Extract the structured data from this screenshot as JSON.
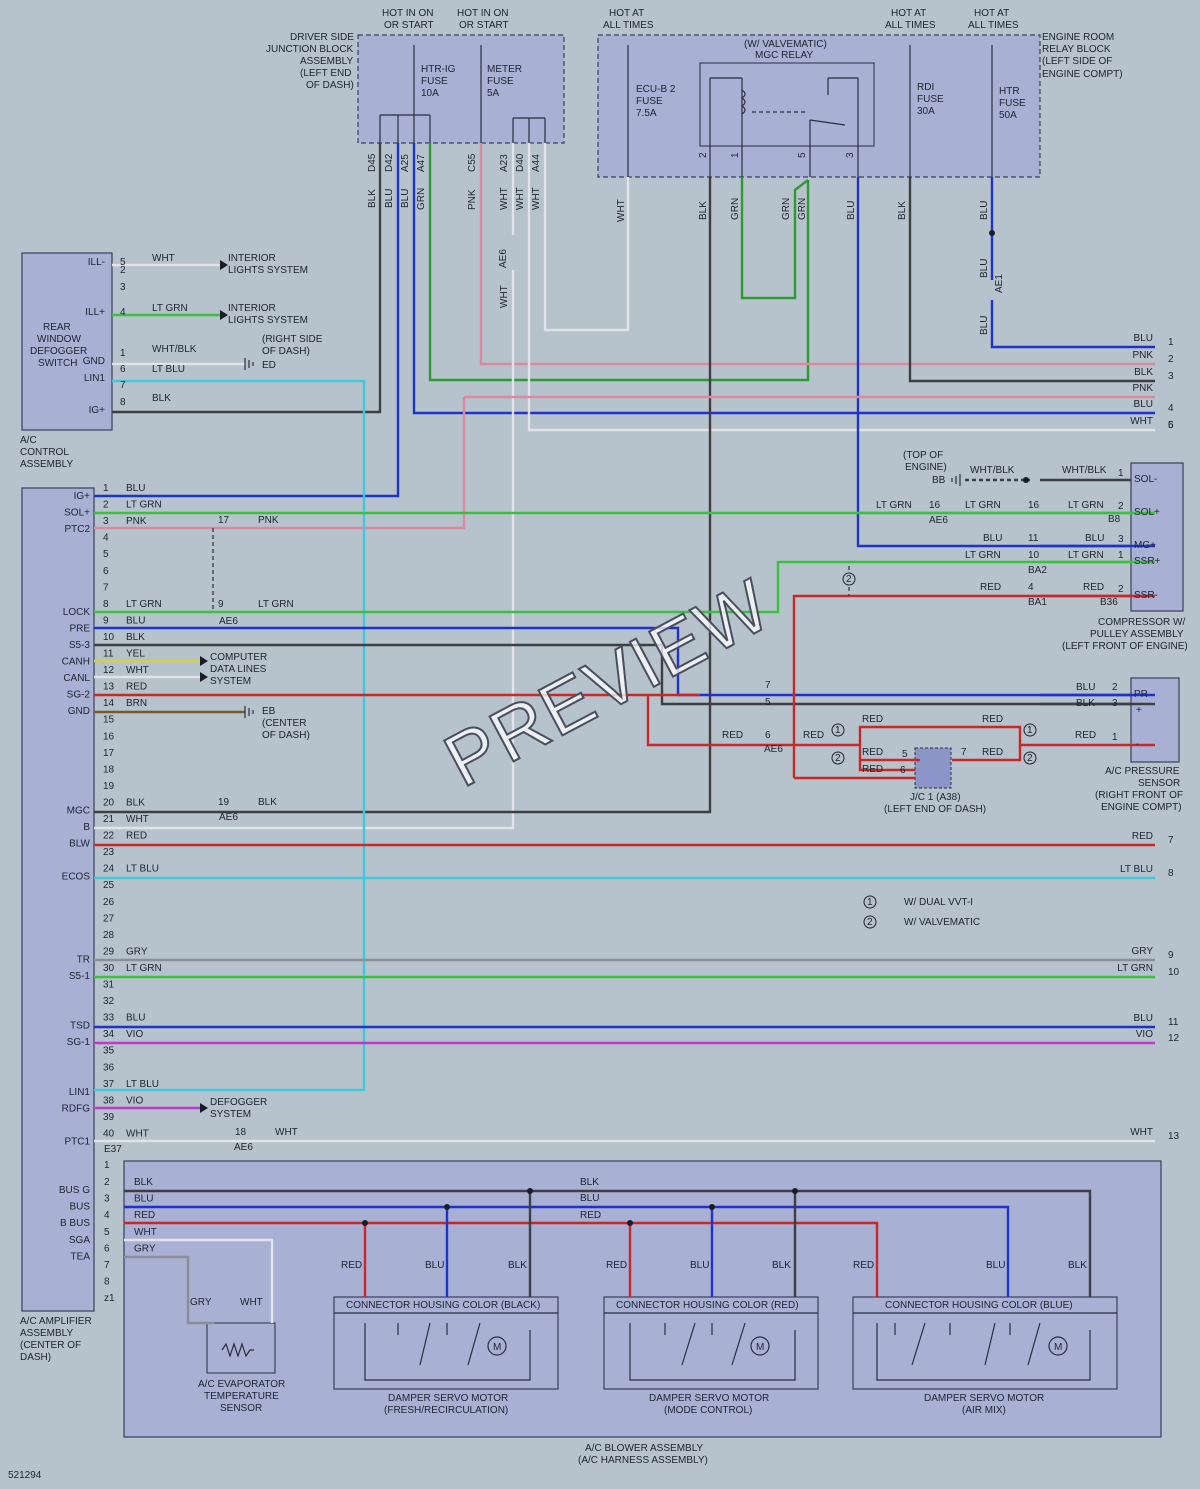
{
  "diagram_id": "521294",
  "watermark": "PREVIEW",
  "components": {
    "ac_control": [
      "A/C",
      "CONTROL",
      "ASSEMBLY"
    ],
    "rear_defogger": [
      "REAR",
      "WINDOW",
      "DEFOGGER",
      "SWITCH"
    ],
    "ac_amplifier": [
      "A/C AMPLIFIER",
      "ASSEMBLY",
      "(CENTER OF",
      "DASH)"
    ],
    "driver_jb": [
      "DRIVER SIDE",
      "JUNCTION BLOCK",
      "ASSEMBLY",
      "(LEFT END",
      "OF DASH)"
    ],
    "engine_relay": [
      "ENGINE ROOM",
      "RELAY BLOCK",
      "(LEFT SIDE OF",
      "ENGINE COMPT)"
    ],
    "compressor": [
      "COMPRESSOR W/",
      "PULLEY ASSEMBLY",
      "(LEFT FRONT OF ENGINE)"
    ],
    "pressure_sensor": [
      "A/C PRESSURE",
      "SENSOR",
      "(RIGHT FRONT OF",
      "ENGINE COMPT)"
    ],
    "jc1": [
      "J/C 1 (A38)",
      "(LEFT END OF DASH)"
    ],
    "evap_sensor": [
      "A/C EVAPORATOR",
      "TEMPERATURE",
      "SENSOR"
    ],
    "blower": [
      "A/C BLOWER ASSEMBLY",
      "(A/C HARNESS ASSEMBLY)"
    ],
    "damper1": [
      "DAMPER SERVO MOTOR",
      "(FRESH/RECIRCULATION)"
    ],
    "damper2": [
      "DAMPER SERVO MOTOR",
      "(MODE CONTROL)"
    ],
    "damper3": [
      "DAMPER SERVO MOTOR",
      "(AIR MIX)"
    ],
    "housing_black": "CONNECTOR HOUSING COLOR (BLACK)",
    "housing_red": "CONNECTOR HOUSING COLOR (RED)",
    "housing_blue": "CONNECTOR HOUSING COLOR (BLUE)",
    "mgc_relay": [
      "(W/ VALVEMATIC)",
      "MGC RELAY"
    ]
  },
  "power": {
    "hot_ig1": [
      "HOT IN ON",
      "OR START"
    ],
    "hot_ig2": [
      "HOT IN ON",
      "OR START"
    ],
    "hot_all1": [
      "HOT AT",
      "ALL TIMES"
    ],
    "hot_all2": [
      "HOT AT",
      "ALL TIMES"
    ],
    "hot_all3": [
      "HOT AT",
      "ALL TIMES"
    ]
  },
  "fuses": {
    "htr_ig": [
      "HTR-IG",
      "FUSE",
      "10A"
    ],
    "meter": [
      "METER",
      "FUSE",
      "5A"
    ],
    "ecub2": [
      "ECU-B 2",
      "FUSE",
      "7.5A"
    ],
    "rdi": [
      "RDI",
      "FUSE",
      "30A"
    ],
    "htr": [
      "HTR",
      "FUSE",
      "50A"
    ]
  },
  "jb_pins": [
    "D45",
    "D42",
    "A25",
    "A47",
    "C55",
    "A23",
    "D40",
    "A44"
  ],
  "jb_wires": [
    "BLK",
    "BLU",
    "BLU",
    "GRN",
    "PNK",
    "WHT",
    "WHT",
    "WHT"
  ],
  "relay_wires": [
    "WHT",
    "BLK",
    "GRN",
    "GRN",
    "GRN",
    "BLU",
    "BLK",
    "BLU"
  ],
  "relay_pins": [
    "2",
    "1",
    "5",
    "3"
  ],
  "control_pins": [
    {
      "name": "ILL-",
      "num": "5",
      "wire": "WHT",
      "to": [
        "INTERIOR",
        "LIGHTS SYSTEM"
      ]
    },
    {
      "name": "",
      "num": "2",
      "wire": "",
      "to": []
    },
    {
      "name": "",
      "num": "3",
      "wire": "",
      "to": []
    },
    {
      "name": "ILL+",
      "num": "4",
      "wire": "LT GRN",
      "to": [
        "INTERIOR",
        "LIGHTS SYSTEM"
      ]
    },
    {
      "name": "GND",
      "num": "1",
      "wire": "WHT/BLK",
      "to": [
        "(RIGHT SIDE",
        "OF DASH)"
      ]
    },
    {
      "name": "",
      "num": "6",
      "wire": "LT BLU",
      "to": [
        "ED"
      ]
    },
    {
      "name": "LIN1",
      "num": "7",
      "wire": "",
      "to": []
    },
    {
      "name": "IG+",
      "num": "8",
      "wire": "BLK",
      "to": []
    }
  ],
  "amp_pins": [
    {
      "name": "IG+",
      "num": "1",
      "wire": "BLU"
    },
    {
      "name": "SOL+",
      "num": "2",
      "wire": "LT GRN"
    },
    {
      "name": "PTC2",
      "num": "3",
      "wire": "PNK"
    },
    {
      "name": "",
      "num": "4",
      "wire": ""
    },
    {
      "name": "",
      "num": "5",
      "wire": ""
    },
    {
      "name": "",
      "num": "6",
      "wire": ""
    },
    {
      "name": "",
      "num": "7",
      "wire": ""
    },
    {
      "name": "LOCK",
      "num": "8",
      "wire": "LT GRN"
    },
    {
      "name": "PRE",
      "num": "9",
      "wire": "BLU"
    },
    {
      "name": "S5-3",
      "num": "10",
      "wire": "BLK"
    },
    {
      "name": "CANH",
      "num": "11",
      "wire": "YEL"
    },
    {
      "name": "CANL",
      "num": "12",
      "wire": "WHT"
    },
    {
      "name": "SG-2",
      "num": "13",
      "wire": "RED"
    },
    {
      "name": "GND",
      "num": "14",
      "wire": "BRN"
    },
    {
      "name": "",
      "num": "15",
      "wire": ""
    },
    {
      "name": "",
      "num": "16",
      "wire": ""
    },
    {
      "name": "",
      "num": "17",
      "wire": ""
    },
    {
      "name": "",
      "num": "18",
      "wire": ""
    },
    {
      "name": "",
      "num": "19",
      "wire": ""
    },
    {
      "name": "MGC",
      "num": "20",
      "wire": "BLK"
    },
    {
      "name": "B",
      "num": "21",
      "wire": "WHT"
    },
    {
      "name": "BLW",
      "num": "22",
      "wire": "RED"
    },
    {
      "name": "",
      "num": "23",
      "wire": ""
    },
    {
      "name": "ECOS",
      "num": "24",
      "wire": "LT BLU"
    },
    {
      "name": "",
      "num": "25",
      "wire": ""
    },
    {
      "name": "",
      "num": "26",
      "wire": ""
    },
    {
      "name": "",
      "num": "27",
      "wire": ""
    },
    {
      "name": "",
      "num": "28",
      "wire": ""
    },
    {
      "name": "TR",
      "num": "29",
      "wire": "GRY"
    },
    {
      "name": "S5-1",
      "num": "30",
      "wire": "LT GRN"
    },
    {
      "name": "",
      "num": "31",
      "wire": ""
    },
    {
      "name": "",
      "num": "32",
      "wire": ""
    },
    {
      "name": "TSD",
      "num": "33",
      "wire": "BLU"
    },
    {
      "name": "SG-1",
      "num": "34",
      "wire": "VIO"
    },
    {
      "name": "",
      "num": "35",
      "wire": ""
    },
    {
      "name": "",
      "num": "36",
      "wire": ""
    },
    {
      "name": "LIN1",
      "num": "37",
      "wire": "LT BLU"
    },
    {
      "name": "RDFG",
      "num": "38",
      "wire": "VIO"
    },
    {
      "name": "",
      "num": "39",
      "wire": ""
    },
    {
      "name": "PTC1",
      "num": "40",
      "wire": "WHT"
    }
  ],
  "amp_connector": "E37",
  "blower_pins": [
    {
      "name": "BUS G",
      "num": "2",
      "wire": "BLK"
    },
    {
      "name": "BUS",
      "num": "3",
      "wire": "BLU"
    },
    {
      "name": "B BUS",
      "num": "4",
      "wire": "RED"
    },
    {
      "name": "SGA",
      "num": "5",
      "wire": "WHT"
    },
    {
      "name": "TEA",
      "num": "6",
      "wire": "GRY"
    },
    {
      "name": "",
      "num": "7",
      "wire": ""
    },
    {
      "name": "",
      "num": "8",
      "wire": ""
    },
    {
      "name": "",
      "num": "z1",
      "wire": ""
    }
  ],
  "right_terminals": [
    {
      "num": "1",
      "wire": "BLU"
    },
    {
      "num": "2",
      "wire": "PNK"
    },
    {
      "num": "3",
      "wire": "BLK"
    },
    {
      "num": "",
      "wire": "PNK"
    },
    {
      "num": "4",
      "wire": "BLU"
    },
    {
      "num": "5",
      "wire": "WHT"
    },
    {
      "num": "6",
      "wire": ""
    },
    {
      "num": "7",
      "wire": "RED"
    },
    {
      "num": "8",
      "wire": "LT BLU"
    },
    {
      "num": "9",
      "wire": "GRY"
    },
    {
      "num": "10",
      "wire": "LT GRN"
    },
    {
      "num": "11",
      "wire": "BLU"
    },
    {
      "num": "12",
      "wire": "VIO"
    },
    {
      "num": "13",
      "wire": "WHT"
    }
  ],
  "compressor_pins": [
    "SOL-",
    "SOL+",
    "MG+",
    "SSR+",
    "SSR-"
  ],
  "pressure_pins": [
    "PR",
    "+",
    "-"
  ],
  "connectors": {
    "ae6": "AE6",
    "ae1": "AE1",
    "b8": "B8",
    "ba2": "BA2",
    "ba1": "BA1",
    "b36": "B36",
    "bb": "BB",
    "eb": "EB",
    "ed": "ED"
  },
  "labels": {
    "top_of_engine": [
      "(TOP OF",
      "ENGINE)"
    ],
    "center_dash": [
      "(CENTER",
      "OF DASH)"
    ],
    "computer_data": [
      "COMPUTER",
      "DATA LINES",
      "SYSTEM"
    ],
    "defogger": [
      "DEFOGGER",
      "SYSTEM"
    ]
  },
  "notes": [
    {
      "num": "1",
      "text": "W/ DUAL VVT-I"
    },
    {
      "num": "2",
      "text": "W/ VALVEMATIC"
    }
  ],
  "misc_text": {
    "whtblk": "WHT/BLK",
    "ltgrn": "LT GRN",
    "blu": "BLU",
    "red": "RED",
    "blk": "BLK",
    "wht": "WHT",
    "pnk": "PNK",
    "grn": "GRN",
    "gry": "GRY",
    "ltblu": "LT BLU",
    "vio": "VIO"
  }
}
